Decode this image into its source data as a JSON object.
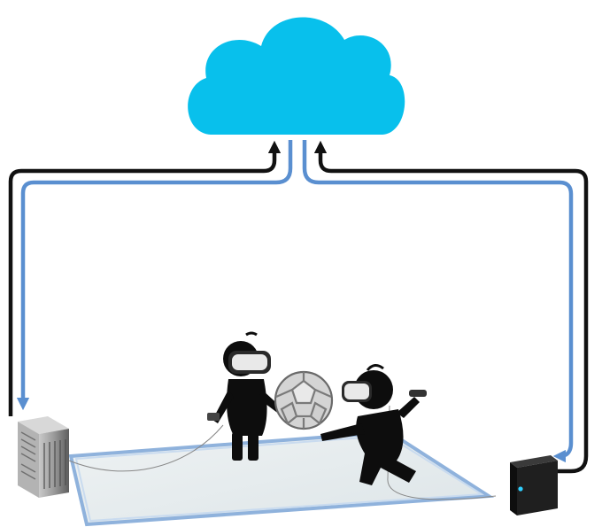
{
  "diagram": {
    "nodes": [
      {
        "id": "cloud",
        "kind": "cloud-icon",
        "color": "#08c0ec"
      },
      {
        "id": "left-computer",
        "kind": "tower-server-icon"
      },
      {
        "id": "right-computer",
        "kind": "pc-tower-icon",
        "led_color": "#2fd0ff"
      },
      {
        "id": "user-1",
        "kind": "vr-user-standing-icon"
      },
      {
        "id": "user-2",
        "kind": "vr-user-kneeling-icon"
      },
      {
        "id": "molecule",
        "kind": "fullerene-molecule-icon"
      },
      {
        "id": "play-area",
        "kind": "vr-play-area-mat"
      }
    ],
    "links": [
      {
        "from": "cloud",
        "to": "left-computer",
        "color": "#5a8fd0",
        "kind": "downlink"
      },
      {
        "from": "left-computer",
        "to": "cloud",
        "color": "#111111",
        "kind": "uplink"
      },
      {
        "from": "cloud",
        "to": "right-computer",
        "color": "#5a8fd0",
        "kind": "downlink"
      },
      {
        "from": "right-computer",
        "to": "cloud",
        "color": "#111111",
        "kind": "uplink"
      }
    ]
  }
}
